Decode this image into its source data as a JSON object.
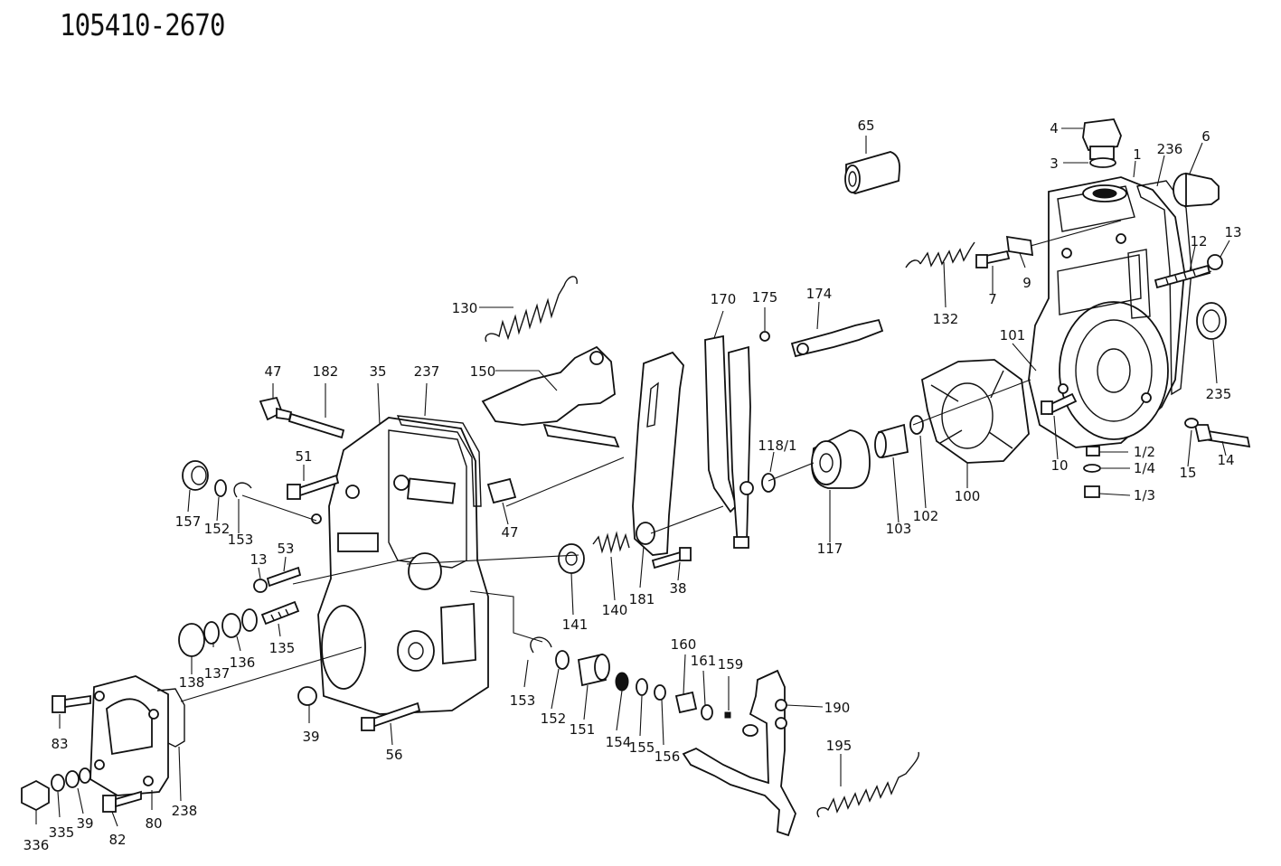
{
  "diagram": {
    "title": "105410-2670",
    "parts": [
      {
        "key": "p65",
        "label": "65"
      },
      {
        "key": "p4",
        "label": "4"
      },
      {
        "key": "p3",
        "label": "3"
      },
      {
        "key": "p236",
        "label": "236"
      },
      {
        "key": "p6",
        "label": "6"
      },
      {
        "key": "p1",
        "label": "1"
      },
      {
        "key": "p13a",
        "label": "13"
      },
      {
        "key": "p12",
        "label": "12"
      },
      {
        "key": "p9",
        "label": "9"
      },
      {
        "key": "p7",
        "label": "7"
      },
      {
        "key": "p132",
        "label": "132"
      },
      {
        "key": "p235",
        "label": "235"
      },
      {
        "key": "p101",
        "label": "101"
      },
      {
        "key": "p10",
        "label": "10"
      },
      {
        "key": "p1_2",
        "label": "1/2"
      },
      {
        "key": "p1_4",
        "label": "1/4"
      },
      {
        "key": "p1_3",
        "label": "1/3"
      },
      {
        "key": "p15",
        "label": "15"
      },
      {
        "key": "p14",
        "label": "14"
      },
      {
        "key": "p100",
        "label": "100"
      },
      {
        "key": "p102",
        "label": "102"
      },
      {
        "key": "p103",
        "label": "103"
      },
      {
        "key": "p117",
        "label": "117"
      },
      {
        "key": "p118_1",
        "label": "118/1"
      },
      {
        "key": "p174",
        "label": "174"
      },
      {
        "key": "p175",
        "label": "175"
      },
      {
        "key": "p170",
        "label": "170"
      },
      {
        "key": "p130",
        "label": "130"
      },
      {
        "key": "p150",
        "label": "150"
      },
      {
        "key": "p47a",
        "label": "47"
      },
      {
        "key": "p182",
        "label": "182"
      },
      {
        "key": "p35",
        "label": "35"
      },
      {
        "key": "p237",
        "label": "237"
      },
      {
        "key": "p51",
        "label": "51"
      },
      {
        "key": "p157",
        "label": "157"
      },
      {
        "key": "p152a",
        "label": "152"
      },
      {
        "key": "p153a",
        "label": "153"
      },
      {
        "key": "p47b",
        "label": "47"
      },
      {
        "key": "p13b",
        "label": "13"
      },
      {
        "key": "p53",
        "label": "53"
      },
      {
        "key": "p141",
        "label": "141"
      },
      {
        "key": "p140",
        "label": "140"
      },
      {
        "key": "p181",
        "label": "181"
      },
      {
        "key": "p38",
        "label": "38"
      },
      {
        "key": "p138",
        "label": "138"
      },
      {
        "key": "p137",
        "label": "137"
      },
      {
        "key": "p136",
        "label": "136"
      },
      {
        "key": "p135",
        "label": "135"
      },
      {
        "key": "p39a",
        "label": "39"
      },
      {
        "key": "p56",
        "label": "56"
      },
      {
        "key": "p153b",
        "label": "153"
      },
      {
        "key": "p152b",
        "label": "152"
      },
      {
        "key": "p151",
        "label": "151"
      },
      {
        "key": "p154",
        "label": "154"
      },
      {
        "key": "p155",
        "label": "155"
      },
      {
        "key": "p156",
        "label": "156"
      },
      {
        "key": "p160",
        "label": "160"
      },
      {
        "key": "p161",
        "label": "161"
      },
      {
        "key": "p159",
        "label": "159"
      },
      {
        "key": "p190",
        "label": "190"
      },
      {
        "key": "p195",
        "label": "195"
      },
      {
        "key": "p83",
        "label": "83"
      },
      {
        "key": "p80",
        "label": "80"
      },
      {
        "key": "p238",
        "label": "238"
      },
      {
        "key": "p82",
        "label": "82"
      },
      {
        "key": "p336",
        "label": "336"
      },
      {
        "key": "p335",
        "label": "335"
      },
      {
        "key": "p39b",
        "label": "39"
      }
    ]
  }
}
